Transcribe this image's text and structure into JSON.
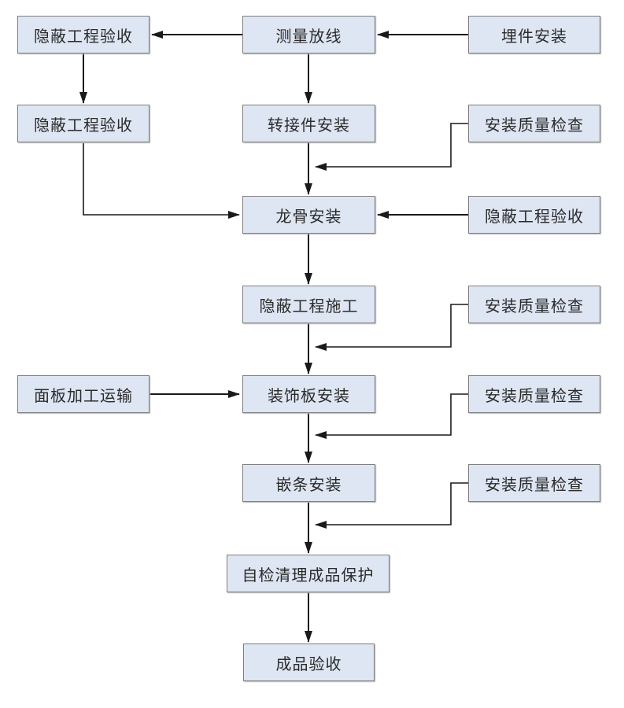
{
  "diagram": {
    "type": "flowchart",
    "language": "zh",
    "colors": {
      "node_fill": "#dee6f3",
      "node_border": "#7f7f7f",
      "arrow": "#1a1a1a",
      "text": "#2b2b2b",
      "background": "#ffffff"
    },
    "nodes": [
      {
        "id": "hidden-works-acceptance-1",
        "label": "隐蔽工程验收"
      },
      {
        "id": "measurement-setting-out",
        "label": "测量放线"
      },
      {
        "id": "embedded-parts-installation",
        "label": "埋件安装"
      },
      {
        "id": "hidden-works-acceptance-2",
        "label": "隐蔽工程验收"
      },
      {
        "id": "adapter-installation",
        "label": "转接件安装"
      },
      {
        "id": "installation-quality-check-1",
        "label": "安装质量检查"
      },
      {
        "id": "keel-installation",
        "label": "龙骨安装"
      },
      {
        "id": "hidden-works-acceptance-3",
        "label": "隐蔽工程验收"
      },
      {
        "id": "hidden-works-construction",
        "label": "隐蔽工程施工"
      },
      {
        "id": "installation-quality-check-2",
        "label": "安装质量检查"
      },
      {
        "id": "panel-processing-transport",
        "label": "面板加工运输"
      },
      {
        "id": "decorative-panel-installation",
        "label": "装饰板安装"
      },
      {
        "id": "installation-quality-check-3",
        "label": "安装质量检查"
      },
      {
        "id": "trim-installation",
        "label": "嵌条安装"
      },
      {
        "id": "installation-quality-check-4",
        "label": "安装质量检查"
      },
      {
        "id": "self-check-cleanup-protection",
        "label": "自检清理成品保护"
      },
      {
        "id": "finished-product-acceptance",
        "label": "成品验收"
      }
    ],
    "edges": [
      {
        "from": "embedded-parts-installation",
        "to": "measurement-setting-out"
      },
      {
        "from": "measurement-setting-out",
        "to": "hidden-works-acceptance-1"
      },
      {
        "from": "hidden-works-acceptance-1",
        "to": "hidden-works-acceptance-2"
      },
      {
        "from": "measurement-setting-out",
        "to": "adapter-installation"
      },
      {
        "from": "adapter-installation",
        "to": "keel-installation"
      },
      {
        "from": "installation-quality-check-1",
        "to": "keel-installation"
      },
      {
        "from": "hidden-works-acceptance-2",
        "to": "keel-installation"
      },
      {
        "from": "hidden-works-acceptance-3",
        "to": "keel-installation"
      },
      {
        "from": "keel-installation",
        "to": "hidden-works-construction"
      },
      {
        "from": "installation-quality-check-2",
        "to": "decorative-panel-installation"
      },
      {
        "from": "hidden-works-construction",
        "to": "decorative-panel-installation"
      },
      {
        "from": "panel-processing-transport",
        "to": "decorative-panel-installation"
      },
      {
        "from": "installation-quality-check-3",
        "to": "trim-installation"
      },
      {
        "from": "decorative-panel-installation",
        "to": "trim-installation"
      },
      {
        "from": "installation-quality-check-4",
        "to": "self-check-cleanup-protection"
      },
      {
        "from": "trim-installation",
        "to": "self-check-cleanup-protection"
      },
      {
        "from": "self-check-cleanup-protection",
        "to": "finished-product-acceptance"
      }
    ]
  }
}
